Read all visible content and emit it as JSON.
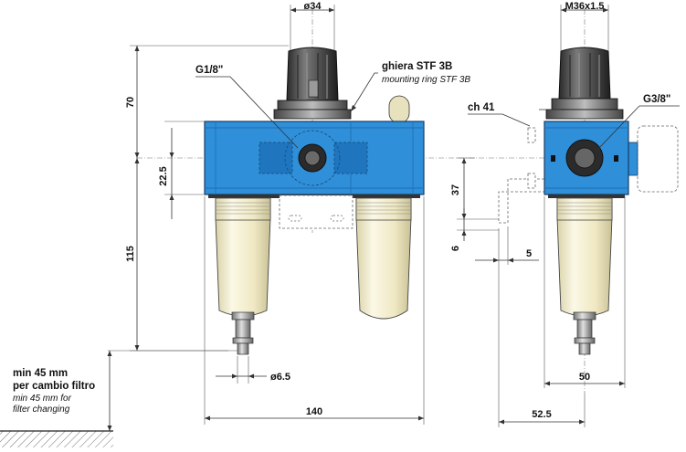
{
  "dimensions": {
    "d34": "ø34",
    "m36": "M36x1.5",
    "h70": "70",
    "h22_5": "22.5",
    "h115": "115",
    "h37": "37",
    "h6": "6",
    "w5": "5",
    "d6_5": "ø6.5",
    "w140": "140",
    "w50": "50",
    "w52_5": "52.5"
  },
  "labels": {
    "g18": "G1/8\"",
    "g38": "G3/8\"",
    "ch41": "ch 41",
    "ghiera": "ghiera STF 3B",
    "mounting": "mounting ring STF 3B"
  },
  "note": {
    "line1": "min 45 mm",
    "line2": "per cambio filtro",
    "line3": "min 45 mm for",
    "line4": "filter changing"
  },
  "colors": {
    "body_blue": "#2f8fd8",
    "body_blue_dark": "#1c6fb4",
    "bowl_cream": "#f2ecc8",
    "knob_dark": "#3a3a3a"
  }
}
